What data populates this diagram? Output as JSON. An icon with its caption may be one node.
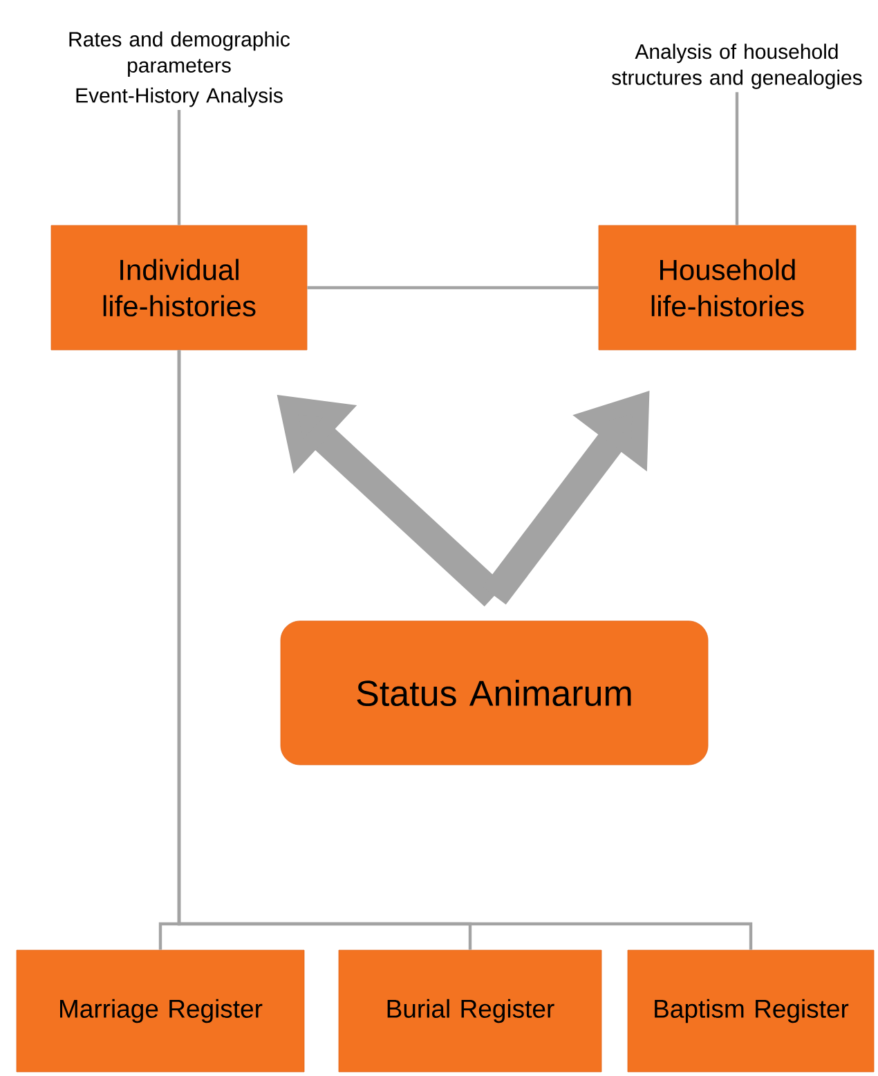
{
  "diagram": {
    "nodes": [
      {
        "text": [
          "Rates and demographic parameters",
          "Event-History Analysis"
        ]
      },
      {
        "text": [
          "Analysis of household structures and genealogies"
        ]
      },
      {
        "text": [
          "Individual life-histories"
        ]
      },
      {
        "text": [
          "Household life-histories"
        ]
      },
      {
        "text": [
          "Status Animarum"
        ]
      },
      {
        "text": [
          "Marriage Register"
        ]
      },
      {
        "text": [
          "Burial Register"
        ]
      },
      {
        "text": [
          "Baptism Register"
        ]
      }
    ],
    "edges": [
      {
        "from": 0,
        "to": 2,
        "arrow": "none"
      },
      {
        "from": 1,
        "to": 3,
        "arrow": "none"
      },
      {
        "from": 2,
        "to": 3,
        "arrow": "none"
      },
      {
        "from": 4,
        "to": 2,
        "arrow": "to",
        "style": "thick"
      },
      {
        "from": 4,
        "to": 3,
        "arrow": "to",
        "style": "thick"
      },
      {
        "from": 2,
        "to": 5,
        "arrow": "none"
      },
      {
        "from": 2,
        "to": 6,
        "arrow": "none"
      },
      {
        "from": 2,
        "to": 7,
        "arrow": "none"
      }
    ]
  }
}
